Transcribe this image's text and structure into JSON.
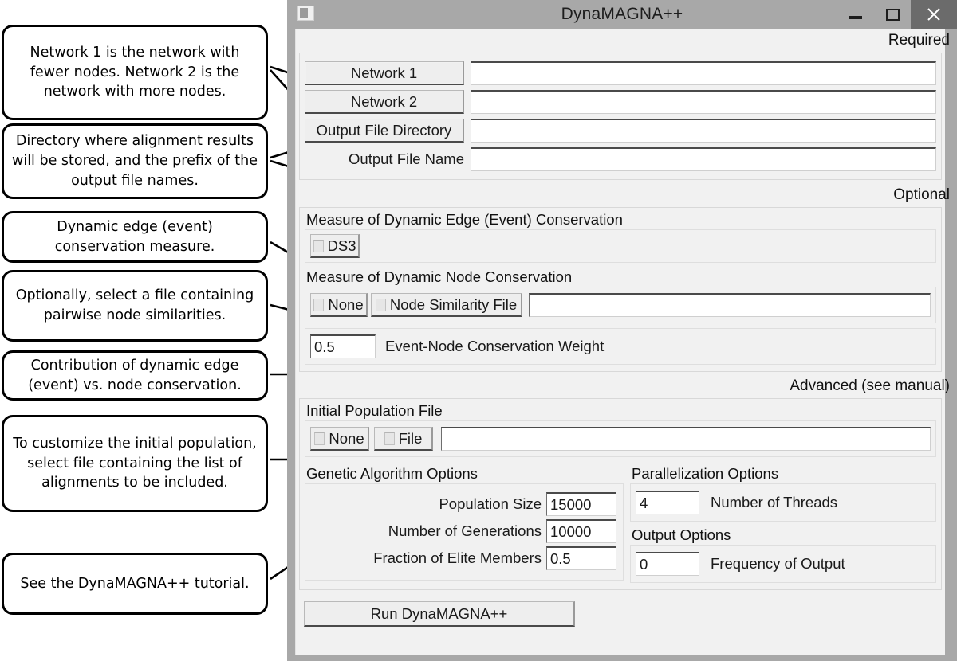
{
  "window": {
    "title": "DynaMAGNA++",
    "icon": "app-window-icon",
    "controls": {
      "minimize": "minimize-icon",
      "maximize": "maximize-icon",
      "close": "close-icon"
    }
  },
  "sections": {
    "required": {
      "caption": "Required",
      "network1_button": "Network 1",
      "network1_value": "",
      "network2_button": "Network 2",
      "network2_value": "",
      "output_dir_button": "Output File Directory",
      "output_dir_value": "",
      "output_name_label": "Output File Name",
      "output_name_value": ""
    },
    "optional": {
      "caption": "Optional",
      "edge_group_label": "Measure of Dynamic Edge (Event) Conservation",
      "ds3_label": "DS3",
      "node_group_label": "Measure of Dynamic Node Conservation",
      "none_label": "None",
      "node_similarity_file_label": "Node Similarity File",
      "node_similarity_file_value": "",
      "weight_value": "0.5",
      "weight_label": "Event-Node Conservation Weight"
    },
    "advanced": {
      "caption": "Advanced (see manual)",
      "initial_population_label": "Initial Population File",
      "none_label": "None",
      "file_label": "File",
      "initial_population_value": "",
      "ga_group_label": "Genetic Algorithm Options",
      "ga_fields": [
        {
          "label": "Population Size",
          "value": "15000"
        },
        {
          "label": "Number of Generations",
          "value": "10000"
        },
        {
          "label": "Fraction of Elite Members",
          "value": "0.5"
        }
      ],
      "parallel_group_label": "Parallelization Options",
      "threads_value": "4",
      "threads_label": "Number of Threads",
      "output_group_label": "Output Options",
      "frequency_value": "0",
      "frequency_label": "Frequency of Output"
    },
    "run_button": "Run DynaMAGNA++"
  },
  "annotations": [
    {
      "text": "Network 1 is the network with fewer nodes. Network 2 is the network with more nodes."
    },
    {
      "text": "Directory where alignment results will be stored, and the prefix of the output file names."
    },
    {
      "text": "Dynamic edge (event) conservation measure."
    },
    {
      "text": "Optionally, select a file containing pairwise node similarities."
    },
    {
      "text": "Contribution of dynamic edge (event) vs. node conservation."
    },
    {
      "text": "To customize the initial population, select file containing the list of alignments to be included."
    },
    {
      "text": "See the DynaMAGNA++ tutorial."
    }
  ],
  "colors": {
    "titlebar": "#a8a8a8",
    "close_button": "#6b6b6b",
    "client": "#f1f1f1",
    "callout_border": "#000000"
  }
}
